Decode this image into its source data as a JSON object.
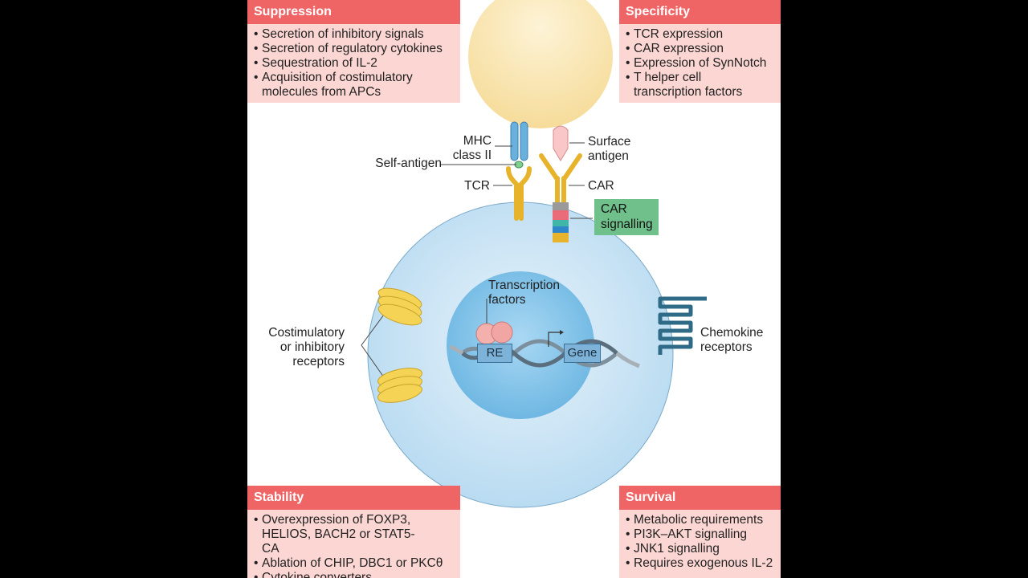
{
  "boxes": {
    "suppression": {
      "title": "Suppression",
      "items": [
        "Secretion of inhibitory signals",
        "Secretion of regulatory cytokines",
        "Sequestration of IL-2",
        "Acquisition of costimulatory molecules from APCs"
      ]
    },
    "specificity": {
      "title": "Specificity",
      "items": [
        "TCR expression",
        "CAR expression",
        "Expression of SynNotch",
        "T helper cell transcription factors"
      ]
    },
    "stability": {
      "title": "Stability",
      "items": [
        "Overexpression of FOXP3, HELIOS, BACH2 or STAT5-CA",
        "Ablation of CHIP, DBC1 or PKCθ",
        "Cytokine converters"
      ]
    },
    "survival": {
      "title": "Survival",
      "items": [
        "Metabolic requirements",
        "PI3K–AKT signalling",
        "JNK1 signalling",
        "Requires exogenous IL-2"
      ]
    }
  },
  "labels": {
    "mhc_line1": "MHC",
    "mhc_line2": "class II",
    "self_antigen": "Self-antigen",
    "tcr": "TCR",
    "surface_line1": "Surface",
    "surface_line2": "antigen",
    "car": "CAR",
    "car_signalling_line1": "CAR",
    "car_signalling_line2": "signalling",
    "tf_line1": "Transcription",
    "tf_line2": "factors",
    "re": "RE",
    "gene": "Gene",
    "costim_line1": "Costimulatory",
    "costim_line2": "or inhibitory",
    "costim_line3": "receptors",
    "chemo_line1": "Chemokine",
    "chemo_line2": "receptors"
  },
  "colors": {
    "header": "#ef6566",
    "box_fill": "#fcd6d3",
    "cell": "#cfe6f5",
    "nucleus": "#8cc7ea",
    "apc": "#fbe7b3",
    "receptor_gold": "#f2c438",
    "mhc_blue": "#6ab0dd",
    "car_signalling": "#6fc08a"
  }
}
